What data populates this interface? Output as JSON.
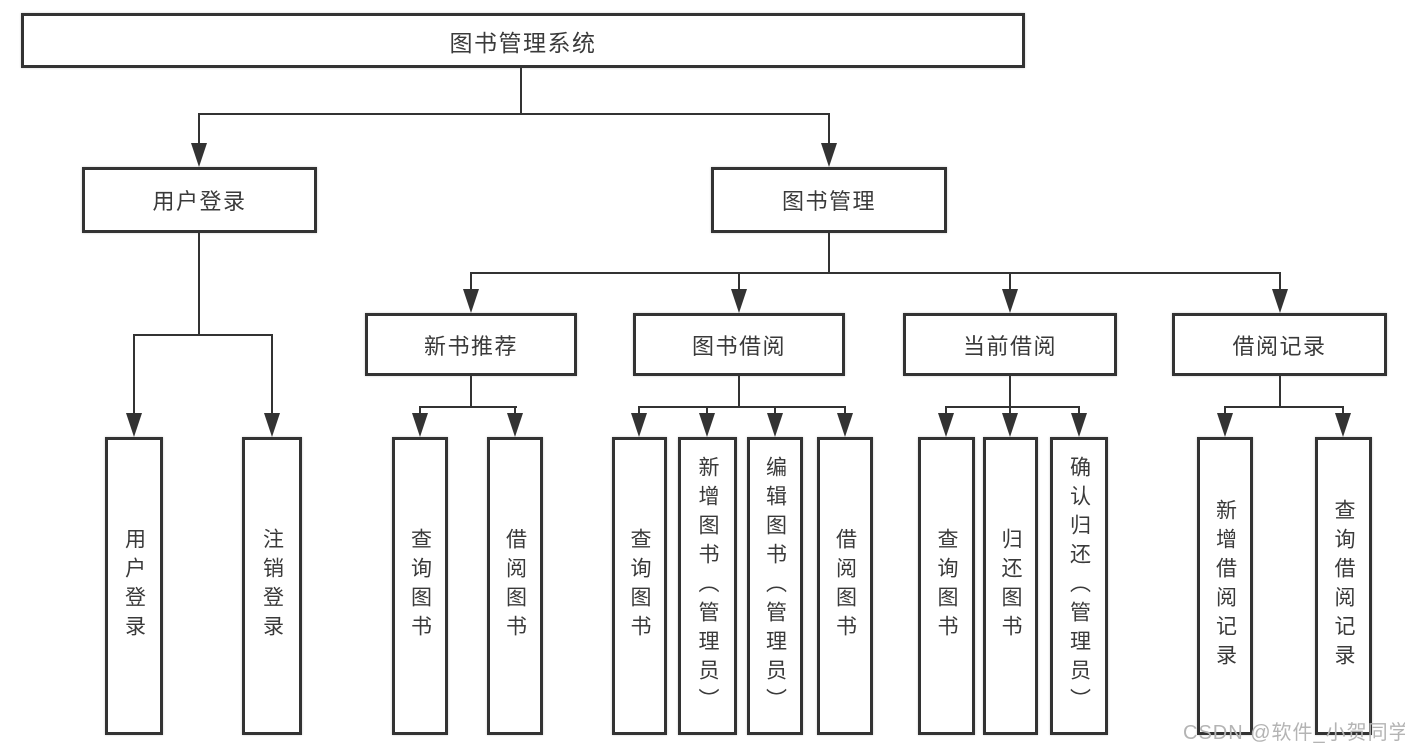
{
  "diagram": {
    "root": {
      "label": "图书管理系统"
    },
    "branches": [
      {
        "label": "用户登录",
        "children": [
          {
            "label": "用户登录"
          },
          {
            "label": "注销登录"
          }
        ]
      },
      {
        "label": "图书管理",
        "children": [
          {
            "label": "新书推荐",
            "children": [
              {
                "label": "查询图书"
              },
              {
                "label": "借阅图书"
              }
            ]
          },
          {
            "label": "图书借阅",
            "children": [
              {
                "label": "查询图书"
              },
              {
                "label": "新增图书（管理员）"
              },
              {
                "label": "编辑图书（管理员）"
              },
              {
                "label": "借阅图书"
              }
            ]
          },
          {
            "label": "当前借阅",
            "children": [
              {
                "label": "查询图书"
              },
              {
                "label": "归还图书"
              },
              {
                "label": "确认归还（管理员）"
              }
            ]
          },
          {
            "label": "借阅记录",
            "children": [
              {
                "label": "新增借阅记录"
              },
              {
                "label": "查询借阅记录"
              }
            ]
          }
        ]
      }
    ]
  },
  "watermark": {
    "text": "CSDN @软件_小贺同学"
  },
  "colors": {
    "line": "#333333",
    "text": "#3a3a3a",
    "watermark": "#b4b4b4",
    "background": "#ffffff"
  }
}
